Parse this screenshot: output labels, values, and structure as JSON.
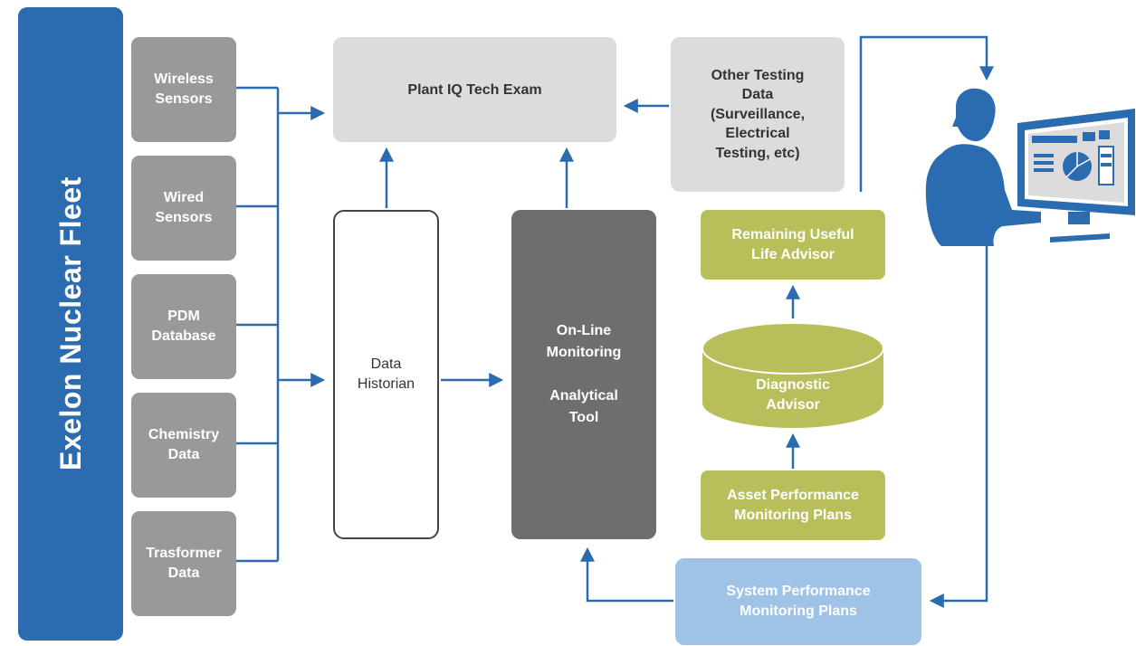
{
  "fleet": {
    "title": "Exelon Nuclear Fleet"
  },
  "sources": [
    {
      "label": "Wireless\nSensors"
    },
    {
      "label": "Wired\nSensors"
    },
    {
      "label": "PDM\nDatabase"
    },
    {
      "label": "Chemistry\nData"
    },
    {
      "label": "Trasformer\nData"
    }
  ],
  "plant_iq": {
    "label": "Plant IQ Tech Exam"
  },
  "other_testing": {
    "label": "Other Testing\nData\n(Surveillance,\nElectrical\nTesting, etc)"
  },
  "historian": {
    "label": "Data\nHistorian"
  },
  "olm": {
    "label": "On-Line\nMonitoring\n\nAnalytical\nTool"
  },
  "rul": {
    "label": "Remaining Useful\nLife Advisor"
  },
  "diagnostic": {
    "label": "Diagnostic\nAdvisor"
  },
  "asset_plans": {
    "label": "Asset Performance\nMonitoring Plans"
  },
  "system_plans": {
    "label": "System Performance\nMonitoring Plans"
  },
  "icons": {
    "operator": "operator-at-computer-icon"
  },
  "colors": {
    "fleet_blue": "#2b6cb0",
    "source_gray": "#999999",
    "light_gray": "#dcdcdc",
    "dark_gray": "#6e6e6e",
    "olive_green": "#b8bf5a",
    "light_blue": "#9fc3e6",
    "arrow_blue": "#2b6cb0"
  }
}
